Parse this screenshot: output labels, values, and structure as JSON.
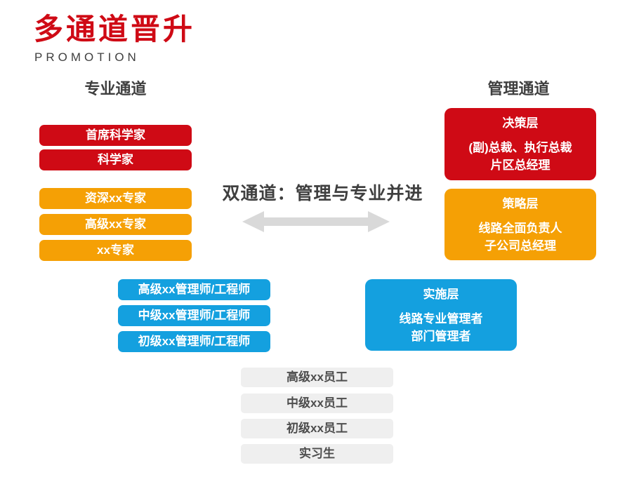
{
  "header": {
    "title": "多通道晋升",
    "subtitle": "PROMOTION"
  },
  "center": {
    "slogan": "双通道：管理与专业并进"
  },
  "professional_channel": {
    "header": "专业通道",
    "red_levels": [
      "首席科学家",
      "科学家"
    ],
    "orange_levels": [
      "资深xx专家",
      "高级xx专家",
      "xx专家"
    ],
    "blue_levels": [
      "高级xx管理师/工程师",
      "中级xx管理师/工程师",
      "初级xx管理师/工程师"
    ],
    "gray_levels": [
      "高级xx员工",
      "中级xx员工",
      "初级xx员工",
      "实习生"
    ]
  },
  "management_channel": {
    "header": "管理通道",
    "levels": [
      {
        "title": "决策层",
        "line1": "(副)总裁、执行总裁",
        "line2": "片区总经理"
      },
      {
        "title": "策略层",
        "line1": "线路全面负责人",
        "line2": "子公司总经理"
      },
      {
        "title": "实施层",
        "line1": "线路专业管理者",
        "line2": "部门管理者"
      }
    ]
  },
  "colors": {
    "red": "#CF0A15",
    "orange": "#F5A005",
    "blue": "#14A0DF",
    "gray_box": "#EFEFEF",
    "gray_text": "#4D4D4D",
    "dark_text": "#3F3F3F",
    "arrow": "#D9D9D9"
  }
}
